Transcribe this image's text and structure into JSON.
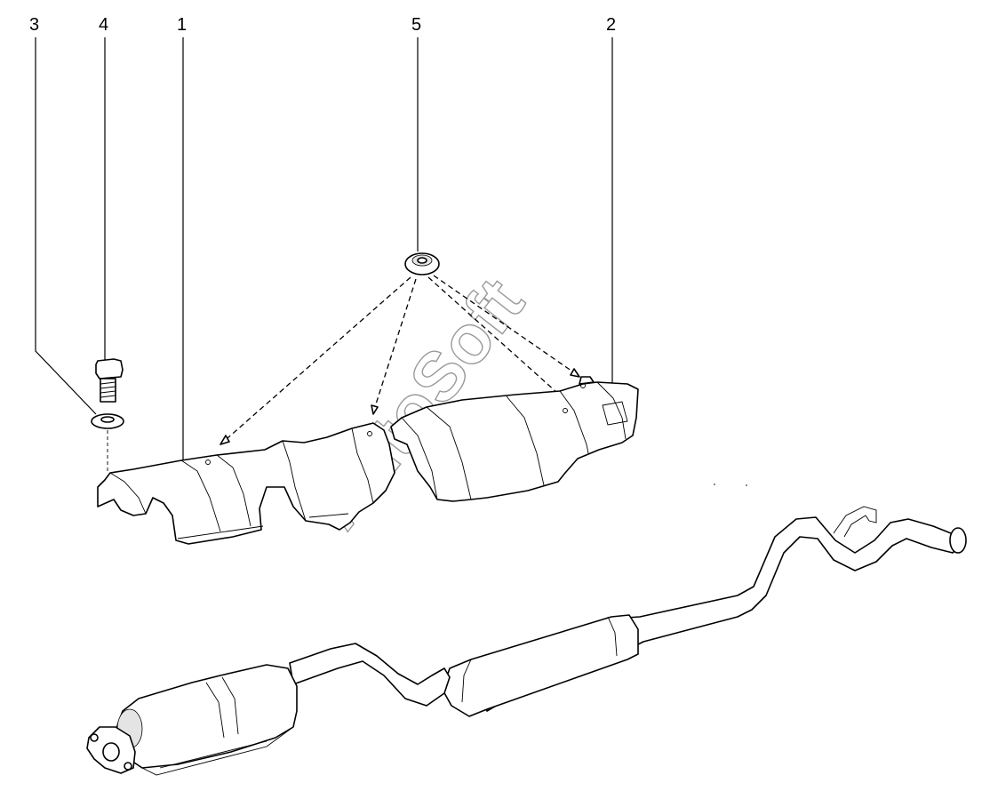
{
  "callouts": [
    {
      "id": "3",
      "label": "3"
    },
    {
      "id": "4",
      "label": "4"
    },
    {
      "id": "1",
      "label": "1"
    },
    {
      "id": "5",
      "label": "5"
    },
    {
      "id": "2",
      "label": "2"
    }
  ],
  "watermark": "AutoSoft"
}
